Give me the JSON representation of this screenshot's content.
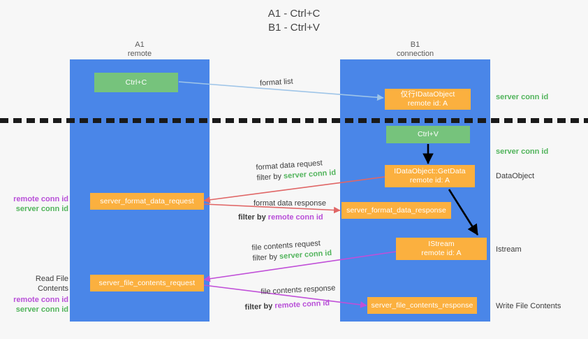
{
  "title": {
    "line1": "A1 - Ctrl+C",
    "line2": "B1 - Ctrl+V"
  },
  "colors": {
    "lane": "#4a86e8",
    "green_box": "#76c37c",
    "orange_box": "#fbb03f",
    "server_conn_id": "#52b45c",
    "remote_conn_id": "#b84fd8",
    "arrow_blue": "#9fc5e8",
    "arrow_red": "#e06666",
    "arrow_purple": "#c04fd8",
    "arrow_black": "#000000",
    "background": "#f7f7f7"
  },
  "columns": [
    {
      "name": "A1",
      "sub": "remote"
    },
    {
      "name": "B1",
      "sub": "connection"
    }
  ],
  "boxes": {
    "ctrl_c": {
      "line1": "Ctrl+C"
    },
    "idataobject": {
      "line1": "仅行IDataObject",
      "line2": "remote id: A"
    },
    "ctrl_v": {
      "line1": "Ctrl+V"
    },
    "getdata": {
      "line1": "IDataObject::GetData",
      "line2": "remote id: A"
    },
    "fmt_req": {
      "line1": "server_format_data_request"
    },
    "fmt_resp": {
      "line1": "server_format_data_response"
    },
    "istream": {
      "line1": "IStream",
      "line2": "remote id: A"
    },
    "file_req": {
      "line1": "server_file_contents_request"
    },
    "file_resp": {
      "line1": "server_file_contents_response"
    }
  },
  "mid_labels": {
    "format_list": "format list",
    "fmt_req_l1": "format data request",
    "fmt_req_l2_pre": "filter by ",
    "fmt_req_l2_key": "server conn id",
    "fmt_resp_l1": "format data response",
    "fmt_resp_l2_pre": "filter by ",
    "fmt_resp_l2_key": "remote conn id",
    "file_req_l1": "file contents request",
    "file_req_l2_pre": "filter by ",
    "file_req_l2_key": "server conn id",
    "file_resp_l1": "file contents response",
    "file_resp_l2_pre": "filter by ",
    "file_resp_l2_key": "remote conn id"
  },
  "left_notes": {
    "fmt_remote": "remote conn id",
    "fmt_server": "server conn id",
    "read_file_contents": "Read File Contents",
    "file_remote": "remote conn id",
    "file_server": "server conn id"
  },
  "right_notes": {
    "server_conn_id_top": "server conn id",
    "server_conn_id_mid": "server conn id",
    "dataobject": "DataObject",
    "istream": "Istream",
    "write_file_contents": "Write File Contents"
  }
}
